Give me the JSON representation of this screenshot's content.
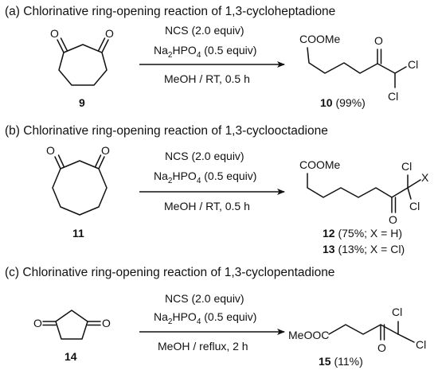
{
  "sections": [
    {
      "title": "(a) Chlorinative ring-opening reaction of 1,3-cycloheptadione",
      "reagent1": "NCS (2.0 equiv)",
      "reagent2_main": "Na",
      "reagent2_sub1": "2",
      "reagent2_mid": "HPO",
      "reagent2_sub2": "4",
      "reagent2_end": " (0.5 equiv)",
      "conditions": "MeOH / RT, 0.5 h",
      "sm_label": "9",
      "product_group": "COOMe",
      "product_label": "10",
      "product_yield": " (99%)"
    },
    {
      "title": "(b) Chlorinative ring-opening reaction of 1,3-cyclooctadione",
      "reagent1": "NCS (2.0 equiv)",
      "reagent2_main": "Na",
      "reagent2_sub1": "2",
      "reagent2_mid": "HPO",
      "reagent2_sub2": "4",
      "reagent2_end": " (0.5 equiv)",
      "conditions": "MeOH / RT, 0.5 h",
      "sm_label": "11",
      "product_group": "COOMe",
      "product_x": "X",
      "product1_label": "12",
      "product1_yield": " (75%; X = H)",
      "product2_label": "13",
      "product2_yield": " (13%; X = Cl)"
    },
    {
      "title": "(c) Chlorinative ring-opening reaction of 1,3-cyclopentadione",
      "reagent1": "NCS (2.0 equiv)",
      "reagent2_main": "Na",
      "reagent2_sub1": "2",
      "reagent2_mid": "HPO",
      "reagent2_sub2": "4",
      "reagent2_end": " (0.5 equiv)",
      "conditions": "MeOH / reflux, 2 h",
      "sm_label": "14",
      "product_group": "MeOOC",
      "product_label": "15",
      "product_yield": " (11%)"
    }
  ],
  "atoms": {
    "oxygen": "O",
    "chlorine": "Cl"
  }
}
